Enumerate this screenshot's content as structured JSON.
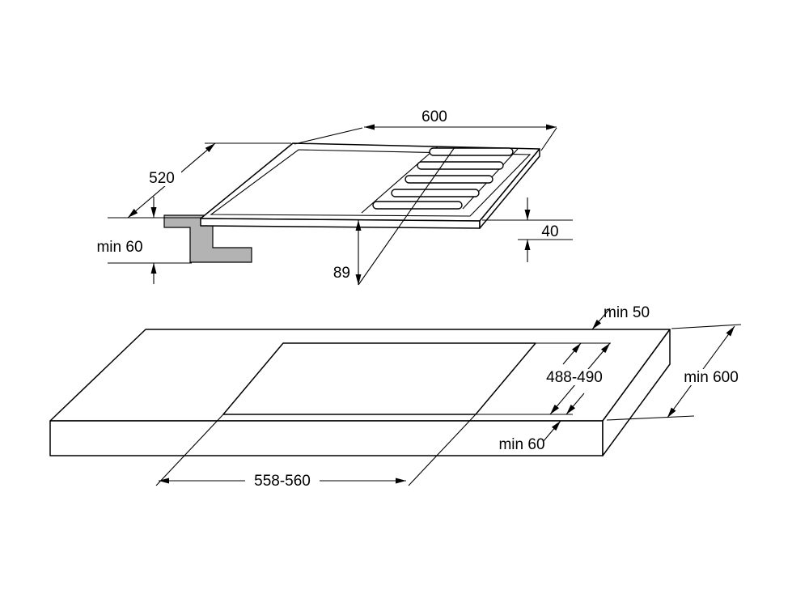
{
  "colors": {
    "line": "#000000",
    "background": "#ffffff",
    "bracket_fill": "#b3b3b3"
  },
  "hob": {
    "width_label": "600",
    "depth_label": "520",
    "height_label": "40",
    "grate_offset_label": "89",
    "bracket_clearance_label": "min 60"
  },
  "countertop": {
    "cutout_width_label": "558-560",
    "cutout_depth_label": "488-490",
    "counter_depth_label": "min 600",
    "back_clearance_label": "min 50",
    "front_clearance_label": "min 60"
  }
}
